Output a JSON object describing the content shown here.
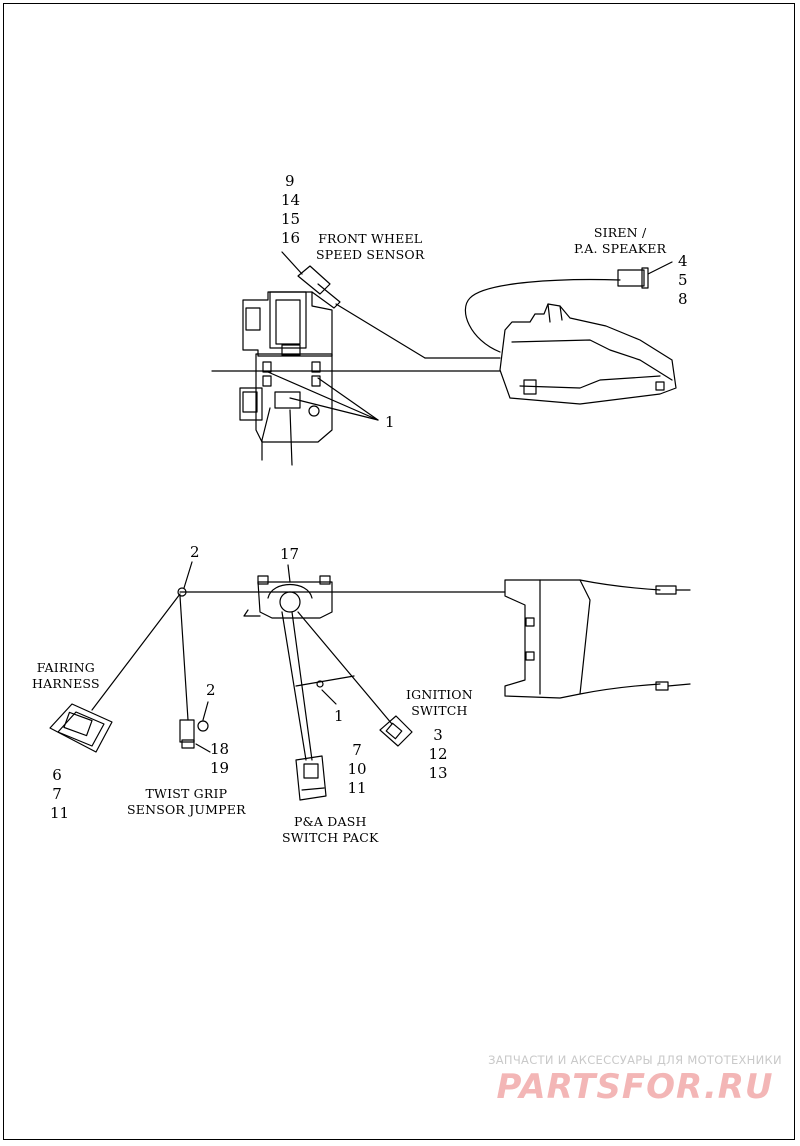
{
  "diagram": {
    "upper": {
      "callout_front_wheel": [
        "9",
        "14",
        "15",
        "16"
      ],
      "caption_front_wheel": [
        "FRONT WHEEL",
        "SPEED SENSOR"
      ],
      "caption_siren": [
        "SIREN /",
        "P.A. SPEAKER"
      ],
      "callout_siren": [
        "4",
        "5",
        "8"
      ],
      "callout_bracket": "1"
    },
    "lower": {
      "callout_top_left": "2",
      "callout_top_mid": "17",
      "caption_fairing": [
        "FAIRING",
        "HARNESS"
      ],
      "callout_fairing": [
        "6",
        "7",
        "11"
      ],
      "callout_twist_top": "2",
      "callout_twist": [
        "18",
        "19"
      ],
      "caption_twist": [
        "TWIST GRIP",
        "SENSOR JUMPER"
      ],
      "callout_mid": "1",
      "callout_dash": [
        "7",
        "10",
        "11"
      ],
      "caption_dash": [
        "P&A DASH",
        "SWITCH PACK"
      ],
      "caption_ignition": [
        "IGNITION",
        "SWITCH"
      ],
      "callout_ignition": [
        "3",
        "12",
        "13"
      ]
    }
  },
  "watermark": {
    "tagline": "ЗАПЧАСТИ И АКСЕССУАРЫ ДЛЯ МОТОТЕХНИКИ",
    "logo": "PARTSFOR.RU",
    "color": "#f3b6b6"
  }
}
